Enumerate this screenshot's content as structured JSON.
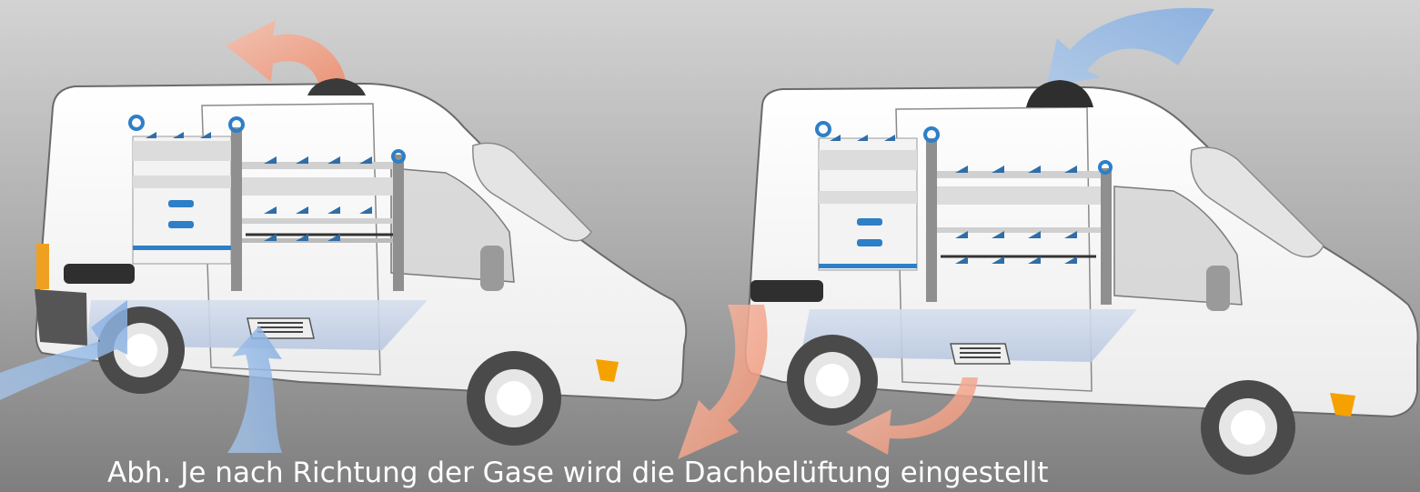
{
  "caption": "Abh. Je nach Richtung der Gase wird die Dachbelüftung eingestellt",
  "colors": {
    "exhaust_arrow": "#f2a48a",
    "intake_arrow": "#9bbfe8",
    "van_body": "#ffffff",
    "background_top": "#d3d3d3",
    "background_bottom": "#7e7e7e"
  },
  "illustrations": [
    {
      "name": "van-exhaust-mode",
      "roof_vent_airflow": "out",
      "floor_vent_airflow": "in"
    },
    {
      "name": "van-intake-mode",
      "roof_vent_airflow": "in",
      "floor_vent_airflow": "out"
    }
  ]
}
